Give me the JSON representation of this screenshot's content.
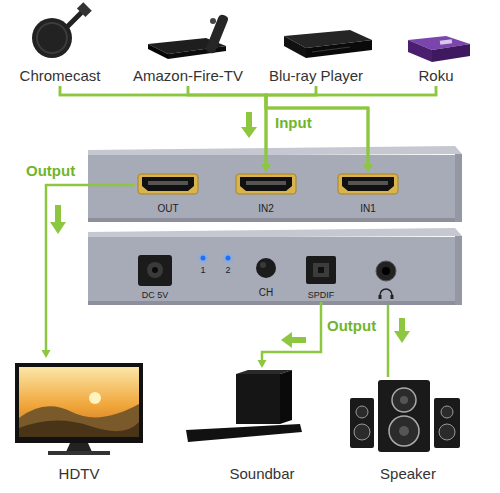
{
  "diagram": {
    "nodes": [
      {
        "text": [
          "Chromecast"
        ]
      },
      {
        "text": [
          "Amazon-Fire-TV"
        ]
      },
      {
        "text": [
          "Blu-ray Player"
        ]
      },
      {
        "text": [
          "Roku"
        ]
      },
      {
        "text": [
          "OUT"
        ]
      },
      {
        "text": [
          "IN2"
        ]
      },
      {
        "text": [
          "IN1"
        ]
      },
      {
        "text": [
          "SPDIF"
        ]
      },
      {
        "text": [
          "HDTV"
        ]
      },
      {
        "text": [
          "Soundbar"
        ]
      },
      {
        "text": [
          "Speaker"
        ]
      }
    ],
    "edges": [
      {
        "from": 0,
        "to": 5,
        "arrow": "to"
      },
      {
        "from": 0,
        "to": 6,
        "arrow": "to"
      },
      {
        "from": 1,
        "to": 5,
        "arrow": "to"
      },
      {
        "from": 1,
        "to": 6,
        "arrow": "to"
      },
      {
        "from": 2,
        "to": 5,
        "arrow": "to"
      },
      {
        "from": 2,
        "to": 6,
        "arrow": "to"
      },
      {
        "from": 3,
        "to": 5,
        "arrow": "to"
      },
      {
        "from": 3,
        "to": 6,
        "arrow": "to"
      },
      {
        "from": 4,
        "to": 8,
        "arrow": "to"
      },
      {
        "from": 7,
        "to": 9,
        "arrow": "to"
      }
    ],
    "labels": [
      "Input",
      "Output",
      "DC 5V",
      "1",
      "2",
      "CH",
      "Output"
    ]
  }
}
